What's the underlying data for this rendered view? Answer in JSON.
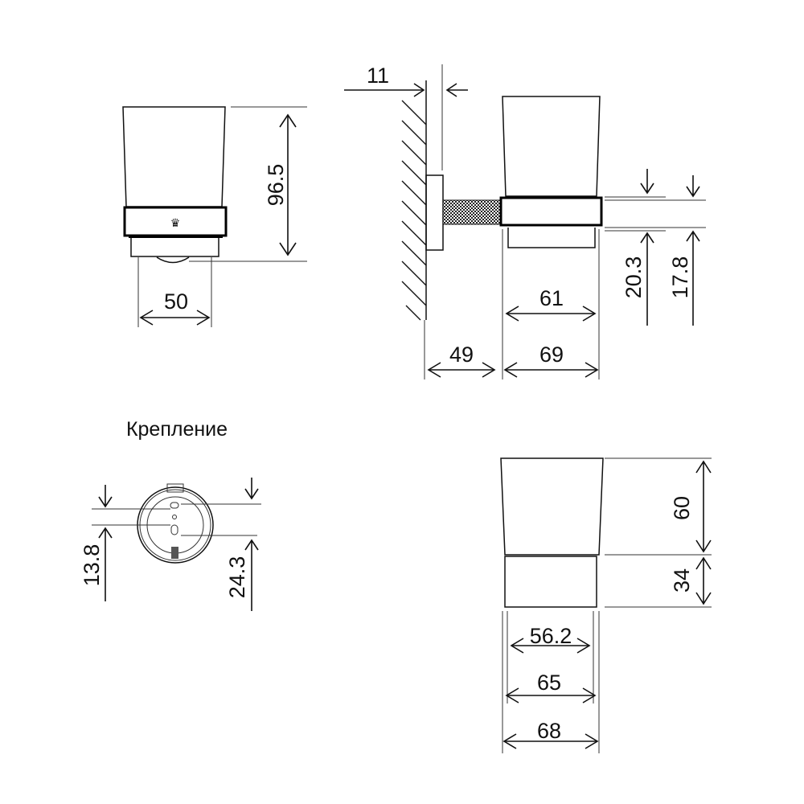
{
  "title": "Крепление",
  "front_view": {
    "height": "96.5",
    "base_width": "50"
  },
  "side_view": {
    "wall_gap": "11",
    "projection": "49",
    "band_inner": "61",
    "band_outer": "69",
    "band_height_a": "20.3",
    "band_height_b": "17.8"
  },
  "mount_view": {
    "offset_a": "13.8",
    "offset_b": "24.3"
  },
  "glass_view": {
    "glass_height": "60",
    "base_height": "34",
    "base_width": "56.2",
    "mid_width": "65",
    "top_width": "68"
  }
}
